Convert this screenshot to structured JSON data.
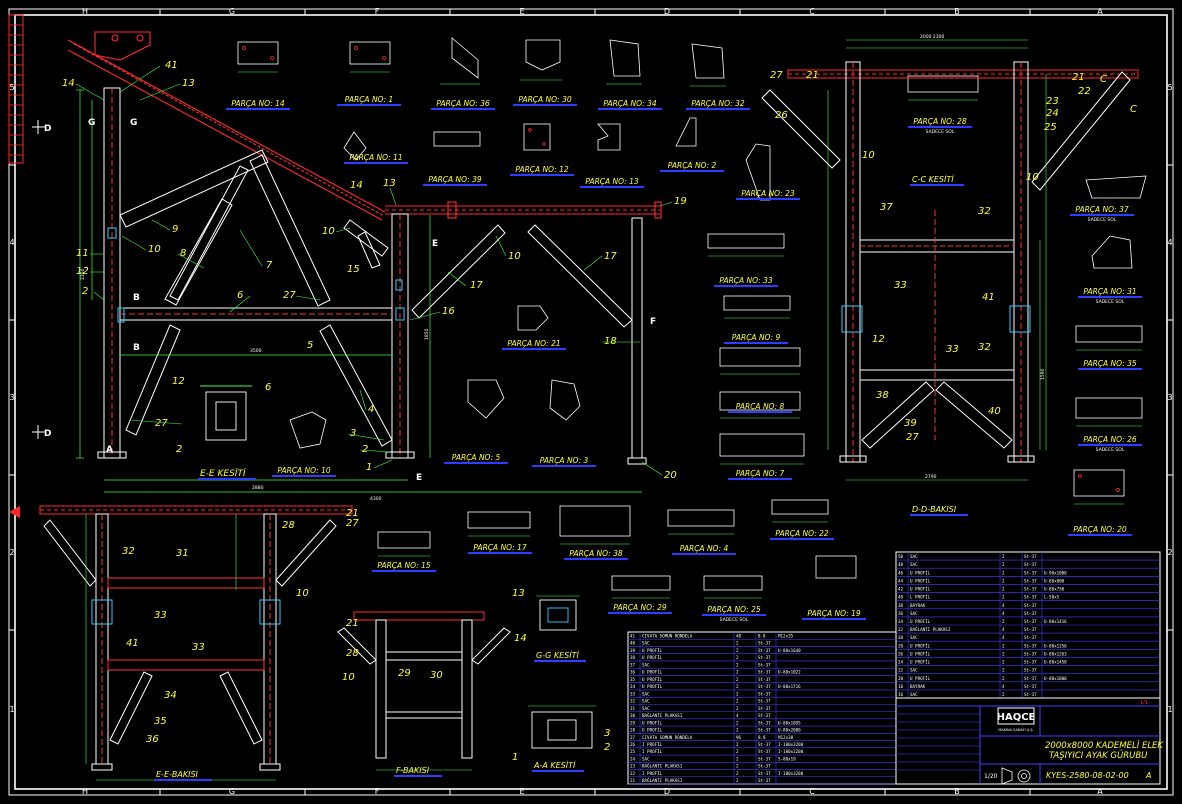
{
  "frame": {
    "cols_top": [
      "H",
      "G",
      "F",
      "E",
      "D",
      "C",
      "B",
      "A"
    ],
    "cols_bottom": [
      "H",
      "G",
      "F",
      "E",
      "D",
      "C",
      "B",
      "A"
    ],
    "rows_left": [
      "5",
      "4",
      "3",
      "2",
      "1"
    ],
    "rows_right": [
      "5",
      "4",
      "3",
      "2",
      "1"
    ]
  },
  "views": {
    "e_e_section": "E-E KESİTİ",
    "d_d_view": "D-D-BAKISI",
    "c_c_section": "C-C KESİTİ",
    "e_e_view": "E-E-BAKISI",
    "f_view": "F-BAKISI",
    "g_g_section": "G-G KESİTİ",
    "a_a_section": "A-A KESİTİ"
  },
  "parts": [
    {
      "id": "p14",
      "label": "PARÇA NO: 14"
    },
    {
      "id": "p1",
      "label": "PARÇA NO: 1"
    },
    {
      "id": "p36",
      "label": "PARÇA NO: 36"
    },
    {
      "id": "p30",
      "label": "PARÇA NO: 30"
    },
    {
      "id": "p34",
      "label": "PARÇA NO: 34"
    },
    {
      "id": "p32",
      "label": "PARÇA NO: 32"
    },
    {
      "id": "p28",
      "label": "PARÇA NO: 28"
    },
    {
      "id": "p39",
      "label": "PARÇA NO: 39"
    },
    {
      "id": "p12",
      "label": "PARÇA NO: 12"
    },
    {
      "id": "p13",
      "label": "PARÇA NO: 13"
    },
    {
      "id": "p2",
      "label": "PARÇA NO: 2"
    },
    {
      "id": "p23",
      "label": "PARÇA NO: 23"
    },
    {
      "id": "p37",
      "label": "PARÇA NO: 37"
    },
    {
      "id": "p33",
      "label": "PARÇA NO: 33"
    },
    {
      "id": "p9",
      "label": "PARÇA NO: 9"
    },
    {
      "id": "p31",
      "label": "PARÇA NO: 31"
    },
    {
      "id": "p21",
      "label": "PARÇA NO: 21"
    },
    {
      "id": "p35",
      "label": "PARÇA NO: 35"
    },
    {
      "id": "p8",
      "label": "PARÇA NO: 8"
    },
    {
      "id": "p26",
      "label": "PARÇA NO: 26"
    },
    {
      "id": "p5",
      "label": "PARÇA NO: 5"
    },
    {
      "id": "p3",
      "label": "PARÇA NO: 3"
    },
    {
      "id": "p7",
      "label": "PARÇA NO: 7"
    },
    {
      "id": "p10",
      "label": "PARÇA NO: 10"
    },
    {
      "id": "p20",
      "label": "PARÇA NO: 20"
    },
    {
      "id": "p17",
      "label": "PARÇA NO: 17"
    },
    {
      "id": "p38",
      "label": "PARÇA NO: 38"
    },
    {
      "id": "p4",
      "label": "PARÇA NO: 4"
    },
    {
      "id": "p22",
      "label": "PARÇA NO: 22"
    },
    {
      "id": "p15",
      "label": "PARÇA NO: 15"
    },
    {
      "id": "p29",
      "label": "PARÇA NO: 29"
    },
    {
      "id": "p25",
      "label": "PARÇA NO: 25"
    },
    {
      "id": "p19",
      "label": "PARÇA NO: 19"
    },
    {
      "id": "p11",
      "label": "PARÇA NO: 11"
    }
  ],
  "part_notes": {
    "p28": "SADECE SOL",
    "p37": "SADECE SOL",
    "p31": "SADECE SOL",
    "p26": "SADECE SOL",
    "p25": "SADECE SOL"
  },
  "balloons": {
    "ee": [
      "14",
      "41",
      "13",
      "9",
      "10",
      "8",
      "7",
      "11",
      "12",
      "2",
      "6",
      "27",
      "5",
      "4",
      "3",
      "2",
      "1",
      "12",
      "6",
      "2",
      "27",
      "14",
      "13",
      "10",
      "15",
      "16",
      "17",
      "10",
      "17",
      "19",
      "18",
      "20"
    ],
    "dd": [
      "27",
      "21",
      "26",
      "10",
      "C",
      "21",
      "22",
      "23",
      "24",
      "25",
      "C",
      "10",
      "37",
      "32",
      "33",
      "41",
      "12",
      "33",
      "32",
      "38",
      "39",
      "27",
      "40"
    ],
    "eeb": [
      "32",
      "31",
      "33",
      "41",
      "33",
      "34",
      "35",
      "36",
      "28",
      "27",
      "21",
      "10"
    ],
    "fb": [
      "21",
      "28",
      "10",
      "29",
      "30"
    ],
    "gg": [
      "13",
      "14"
    ],
    "aa": [
      "1",
      "3",
      "2"
    ]
  },
  "section_marks": [
    "D",
    "D",
    "G",
    "G",
    "B",
    "B",
    "A",
    "E",
    "E",
    "F"
  ],
  "bom_top": {
    "rows": [
      [
        "50",
        "SAC",
        "2",
        "St-37",
        ""
      ],
      [
        "48",
        "SAC",
        "2",
        "St-37",
        ""
      ],
      [
        "46",
        "U PROFİL",
        "2",
        "St-37",
        "U-90x1000"
      ],
      [
        "44",
        "U PROFİL",
        "2",
        "St-37",
        "U-80x800"
      ],
      [
        "42",
        "U PROFİL",
        "2",
        "St-37",
        "U-80x750"
      ],
      [
        "40",
        "L PROFİL",
        "2",
        "St-37",
        "L-50x5"
      ],
      [
        "38",
        "BAYRAK",
        "4",
        "St-37",
        ""
      ],
      [
        "36",
        "SAC",
        "4",
        "St-37",
        ""
      ],
      [
        "34",
        "U PROFİL",
        "2",
        "St-37",
        "U-80x1416"
      ],
      [
        "32",
        "BAĞLANTI PLAKASI",
        "4",
        "St-37",
        ""
      ],
      [
        "30",
        "SAC",
        "4",
        "St-37",
        ""
      ],
      [
        "28",
        "U PROFİL",
        "2",
        "St-37",
        "U-80x1256"
      ],
      [
        "26",
        "U PROFİL",
        "2",
        "St-37",
        "U-80x1263"
      ],
      [
        "24",
        "U PROFİL",
        "2",
        "St-37",
        "U-80x1450"
      ],
      [
        "22",
        "SAC",
        "2",
        "St-37",
        ""
      ],
      [
        "20",
        "U PROFİL",
        "2",
        "St-37",
        "U-80x1800"
      ],
      [
        "18",
        "BAYRAK",
        "4",
        "St-37",
        ""
      ],
      [
        "16",
        "SAC",
        "2",
        "St-37",
        ""
      ]
    ]
  },
  "bom_bottom": {
    "rows": [
      [
        "41",
        "CIVATA SOMUN RONDELA",
        "48",
        "8.8",
        "M12x35"
      ],
      [
        "40",
        "SAC",
        "2",
        "St-37",
        ""
      ],
      [
        "39",
        "U PROFİL",
        "2",
        "St-37",
        "U-80x1640"
      ],
      [
        "38",
        "U PROFİL",
        "2",
        "St-37",
        ""
      ],
      [
        "37",
        "SAC",
        "2",
        "St-37",
        ""
      ],
      [
        "36",
        "U PROFİL",
        "2",
        "St-37",
        "U-80x1022"
      ],
      [
        "35",
        "U PROFİL",
        "2",
        "St-37",
        ""
      ],
      [
        "34",
        "U PROFİL",
        "2",
        "St-37",
        "U-80x1716"
      ],
      [
        "33",
        "SAC",
        "2",
        "St-37",
        ""
      ],
      [
        "32",
        "SAC",
        "2",
        "St-37",
        ""
      ],
      [
        "31",
        "SAC",
        "2",
        "St-37",
        ""
      ],
      [
        "30",
        "BAĞLANTI PLAKASI",
        "4",
        "St-37",
        ""
      ],
      [
        "29",
        "U PROFİL",
        "2",
        "St-37",
        "U-80x1895"
      ],
      [
        "28",
        "U PROFİL",
        "2",
        "St-37",
        "U-80x2000"
      ],
      [
        "27",
        "CIVATA SOMUN RONDELA",
        "96",
        "8.8",
        "M12x30"
      ],
      [
        "26",
        "I PROFİL",
        "2",
        "St-37",
        "I-100x3200"
      ],
      [
        "25",
        "I PROFİL",
        "2",
        "St-37",
        "I-100x3200"
      ],
      [
        "24",
        "SAC",
        "2",
        "St-37",
        "S-80x19"
      ],
      [
        "23",
        "BAĞLANTI PLAKASI",
        "2",
        "St-37",
        ""
      ],
      [
        "22",
        "I PROFİL",
        "2",
        "St-37",
        "I-100x3200"
      ],
      [
        "21",
        "BAĞLANTI PLAKASI",
        "2",
        "St-37",
        ""
      ]
    ]
  },
  "title_block": {
    "logo": "HAQCE",
    "logo_sub": "MAKİNA SANAYİ A.Ş.",
    "desc_line1": "2000x8000 KADEMELİ ELEK",
    "desc_line2": "TAŞIYICI AYAK GÜRUBU",
    "drawing_no": "KYES-2580-08-02-00",
    "rev": "A",
    "scale": "1/20",
    "sheet": "1/1"
  },
  "colors": {
    "background": "#000000",
    "frame": "#ffffff",
    "steel": "#ffffff",
    "red_steel": "#ff2a2a",
    "label_yellow": "#ffff33",
    "underline_blue": "#2d3cff",
    "dimension_green": "#3cff3c",
    "center_red": "#ff3030",
    "bolt_cyan": "#33ccff",
    "table_lines": "#4040ff"
  }
}
